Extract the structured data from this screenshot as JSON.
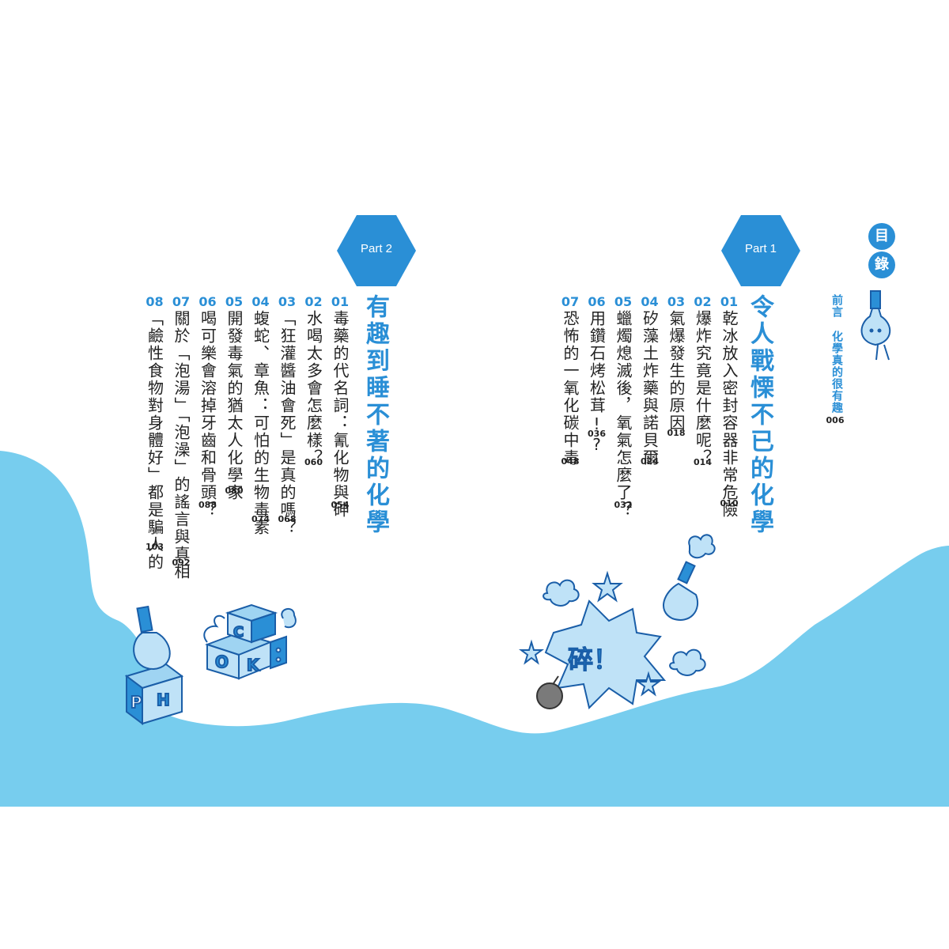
{
  "colors": {
    "accent": "#2a8fd6",
    "wave": "#77cdee",
    "text": "#222222"
  },
  "toc_label": [
    "目",
    "錄"
  ],
  "intro": {
    "label": "前言",
    "title": "化學真的很有趣",
    "page": "006"
  },
  "parts": [
    {
      "label": "Part 1",
      "title": "令人戰慄不已的化學",
      "entries": [
        {
          "num": "01",
          "title": "乾冰放入密封容器非常危險",
          "page": "010"
        },
        {
          "num": "02",
          "title": "爆炸究竟是什麼呢？",
          "page": "014"
        },
        {
          "num": "03",
          "title": "氣爆發生的原因",
          "page": "018"
        },
        {
          "num": "04",
          "title": "矽藻土炸藥與諾貝爾",
          "page": "024"
        },
        {
          "num": "05",
          "title": "蠟燭熄滅後，氧氣怎麼了？",
          "page": "032"
        },
        {
          "num": "06",
          "title": "用鑽石烤松茸!?",
          "page": "036"
        },
        {
          "num": "07",
          "title": "恐怖的一氧化碳中毒",
          "page": "048"
        }
      ]
    },
    {
      "label": "Part 2",
      "title": "有趣到睡不著的化學",
      "entries": [
        {
          "num": "01",
          "title": "毒藥的代名詞：氰化物與砷",
          "page": "054"
        },
        {
          "num": "02",
          "title": "水喝太多會怎麼樣？",
          "page": "060"
        },
        {
          "num": "03",
          "title": "「狂灌醬油會死」是真的嗎？",
          "page": "068"
        },
        {
          "num": "04",
          "title": "蝮蛇、章魚：可怕的生物毒素",
          "page": "074"
        },
        {
          "num": "05",
          "title": "開發毒氣的猶太人化學家",
          "page": "080"
        },
        {
          "num": "06",
          "title": "喝可樂會溶掉牙齒和骨頭？",
          "page": "088"
        },
        {
          "num": "07",
          "title": "關於「泡湯」「泡澡」的謠言與真相",
          "page": "092"
        },
        {
          "num": "08",
          "title": "「鹼性食物對身體好」都是騙人的",
          "page": "103"
        }
      ]
    }
  ],
  "illustrations": {
    "burst_text": "碎！",
    "cube_letters": [
      "C",
      "O",
      "K",
      "P",
      "H"
    ]
  }
}
